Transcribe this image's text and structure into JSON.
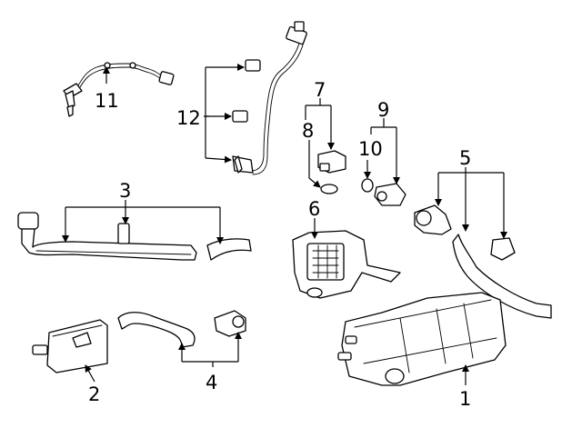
{
  "callouts": {
    "n1": "1",
    "n2": "2",
    "n3": "3",
    "n4": "4",
    "n5": "5",
    "n6": "6",
    "n7": "7",
    "n8": "8",
    "n9": "9",
    "n10": "10",
    "n11": "11",
    "n12": "12"
  }
}
